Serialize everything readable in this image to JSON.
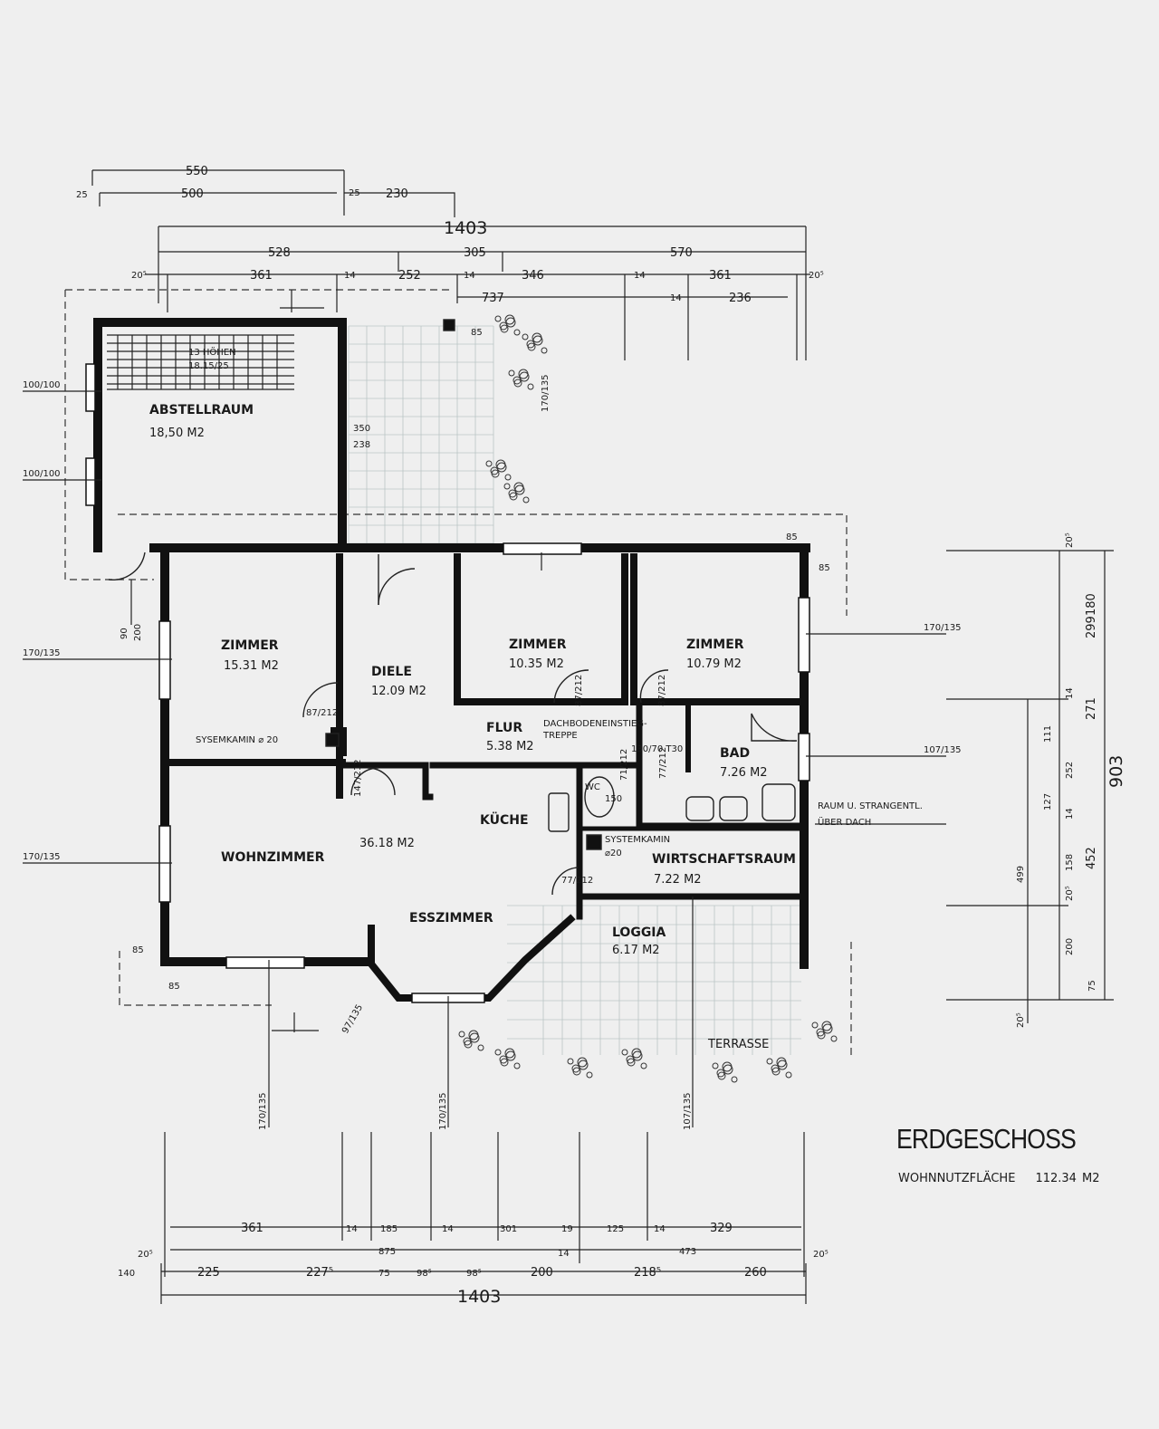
{
  "title": "ERDGESCHOSS",
  "usable_area": {
    "label": "WOHNNUTZFLÄCHE",
    "value": "112.34 M2"
  },
  "rooms": {
    "abstellraum": {
      "name": "ABSTELLRAUM",
      "area": "18,50 M2"
    },
    "stair": {
      "name": "13 HÖHEN",
      "spec": "18.15/25"
    },
    "zimmer1": {
      "name": "ZIMMER",
      "area": "15.31 M2"
    },
    "diele": {
      "name": "DIELE",
      "area": "12.09 M2"
    },
    "zimmer2": {
      "name": "ZIMMER",
      "area": "10.35 M2"
    },
    "zimmer3": {
      "name": "ZIMMER",
      "area": "10.79 M2"
    },
    "flur": {
      "name": "FLUR",
      "area": "5.38 M2"
    },
    "dachboden": {
      "name": "DACHBODENEINSTIEG-",
      "name2": "TREPPE"
    },
    "bad": {
      "name": "BAD",
      "area": "7.26 M2"
    },
    "wohnzimmer": {
      "name": "WOHNZIMMER",
      "area": "36.18 M2"
    },
    "kueche": {
      "name": "KÜCHE"
    },
    "esszimmer": {
      "name": "ESSZIMMER"
    },
    "wirtschaftsraum": {
      "name": "WIRTSCHAFTSRAUM",
      "area": "7.22 M2"
    },
    "loggia": {
      "name": "LOGGIA",
      "area": "6.17 M2"
    },
    "terrasse": {
      "name": "TERRASSE"
    }
  },
  "notes": {
    "syskamin1": "SYSEMKAMIN ⌀ 20",
    "systemkamin": "SYSTEMKAMIN",
    "systemkamin_d": "⌀20",
    "strang1": "RAUM U. STRANGENTL.",
    "strang2": "ÜBER DACH",
    "door1": "87/212",
    "door2": "87/212",
    "door3": "87/212",
    "door4": "147/212",
    "door5": "77/212",
    "door6": "130/70 T30",
    "door7": "77/212",
    "door8": "71/212",
    "wc": "WC",
    "wc150": "150",
    "flur350": "350",
    "flur238": "238",
    "d85a": "85",
    "d85b": "85",
    "d85c": "85",
    "d85d": "85",
    "d85e": "85",
    "d170_135a": "170/135",
    "d200": "200",
    "d90": "90"
  },
  "dims_top": {
    "overall": "1403",
    "r1": [
      "550",
      "500",
      "25",
      "25",
      "230"
    ],
    "r2": [
      "528",
      "305",
      "570"
    ],
    "r3": [
      "20⁵",
      "361",
      "14",
      "252",
      "14",
      "346",
      "14",
      "361",
      "20⁵"
    ],
    "r4": [
      "737",
      "14",
      "236"
    ]
  },
  "dims_left": [
    "100/100",
    "100/100",
    "170/135",
    "170/135"
  ],
  "dims_right": {
    "overall": "903",
    "col1": [
      "299",
      "271",
      "452",
      "180"
    ],
    "col2": [
      "111",
      "252",
      "127",
      "158",
      "499",
      "200",
      "75",
      "14",
      "14",
      "20⁵",
      "20⁵",
      "20⁵"
    ],
    "win": [
      "170/135",
      "107/135"
    ]
  },
  "dims_bottom": {
    "overall": "1403",
    "r1": [
      "361",
      "14",
      "185",
      "14",
      "301",
      "19",
      "125",
      "14",
      "329"
    ],
    "r2": [
      "20⁵",
      "875",
      "14",
      "473",
      "20⁵"
    ],
    "r3": [
      "140",
      "225",
      "227⁵",
      "75",
      "98⁵",
      "98⁵",
      "200",
      "218⁵",
      "260"
    ],
    "win": [
      "170/135",
      "170/135",
      "107/135",
      "97/135"
    ]
  }
}
